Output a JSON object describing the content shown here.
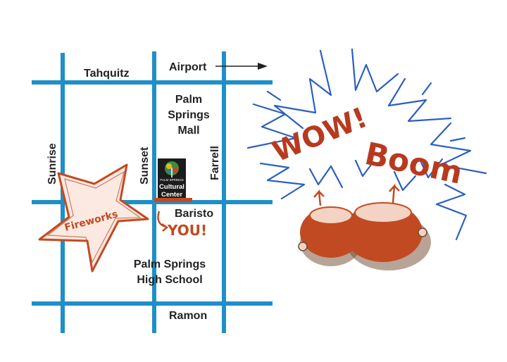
{
  "streets": {
    "tahquitz": "Tahquitz",
    "airport": "Airport",
    "ramon": "Ramon",
    "sunrise": "Sunrise",
    "sunset": "Sunset",
    "farrell": "Farrell"
  },
  "places": {
    "mall": [
      "Palm",
      "Springs",
      "Mall"
    ],
    "high_school": [
      "Palm Springs",
      "High School"
    ],
    "baristo": "Baristo",
    "cultural_center_small": "PALM SPRINGS",
    "cultural_center": [
      "Cultural",
      "Center"
    ]
  },
  "annotations": {
    "fireworks": "Fireworks",
    "you": "YOU!",
    "wow": "WOW!",
    "boom": "Boom"
  },
  "colors": {
    "street": "#1f8fc8",
    "accent": "#c24a22",
    "burst": "#2a5fc0",
    "text": "#222222"
  }
}
